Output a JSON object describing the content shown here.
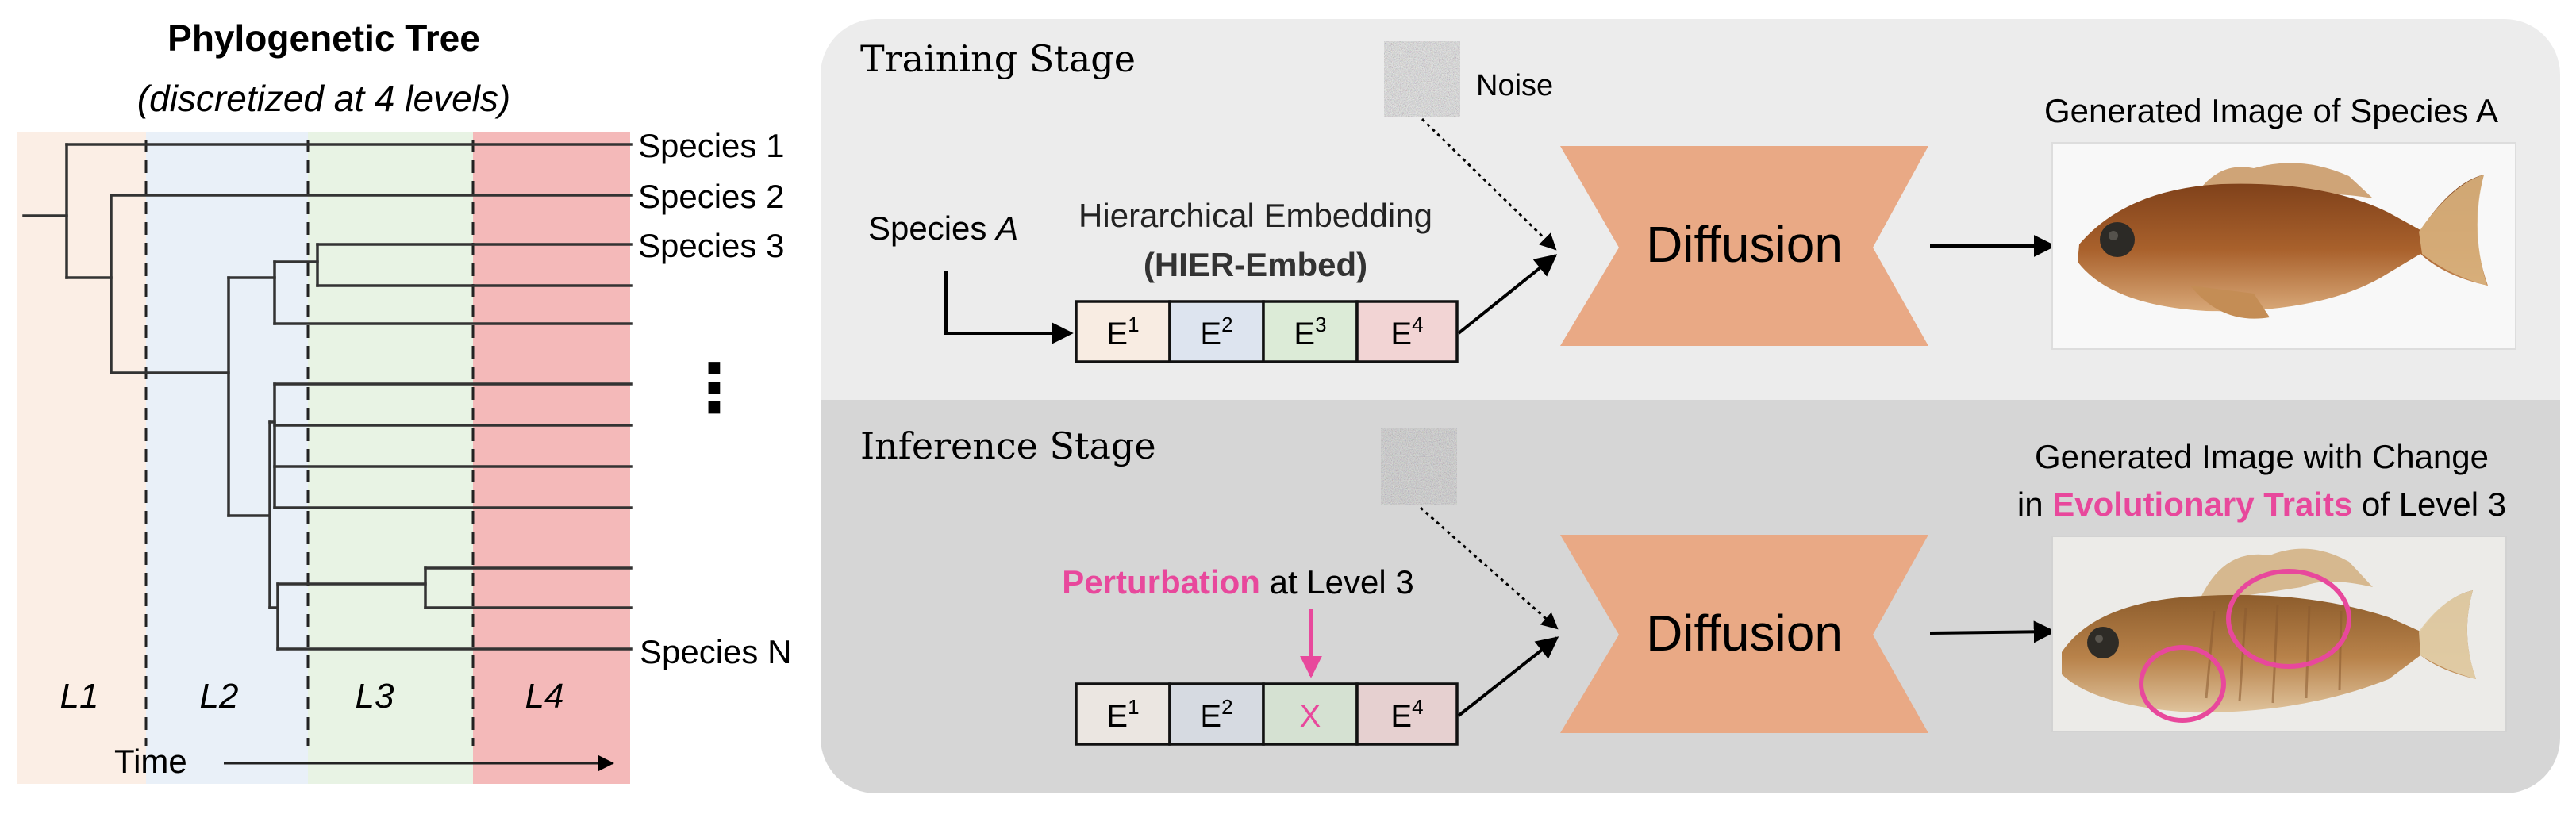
{
  "tree": {
    "title": "Phylogenetic Tree",
    "subtitle": "(discretized at 4 levels)",
    "levels": [
      "L1",
      "L2",
      "L3",
      "L4"
    ],
    "level_colors": [
      "#fbeee5",
      "#e9f0f8",
      "#e8f3e4",
      "#f4b9b9"
    ],
    "species_labels": [
      "Species 1",
      "Species 2",
      "Species 3",
      "Species N"
    ],
    "ellipsis": "⋮",
    "time_label": "Time"
  },
  "training": {
    "title": "Training Stage",
    "noise_label": "Noise",
    "species_input": {
      "prefix": "Species ",
      "letter": "A"
    },
    "embed_title": "Hierarchical Embedding",
    "embed_name": "(HIER-Embed)",
    "cells": [
      {
        "base": "E",
        "sup": "1"
      },
      {
        "base": "E",
        "sup": "2"
      },
      {
        "base": "E",
        "sup": "3"
      },
      {
        "base": "E",
        "sup": "4"
      }
    ],
    "cell_colors": [
      "#f8ece2",
      "#dde4ef",
      "#dcebd7",
      "#f2d4d4"
    ],
    "diffusion_label": "Diffusion",
    "output_caption": "Generated Image of Species A"
  },
  "inference": {
    "title": "Inference Stage",
    "perturbation_word": "Perturbation",
    "perturbation_rest": " at Level 3",
    "cells": [
      {
        "base": "E",
        "sup": "1"
      },
      {
        "base": "E",
        "sup": "2"
      },
      {
        "base": "X",
        "sup": ""
      },
      {
        "base": "E",
        "sup": "4"
      }
    ],
    "cell_colors": [
      "#ebe6e1",
      "#d6dae1",
      "#d5e1d2",
      "#e6d0d0"
    ],
    "diffusion_label": "Diffusion",
    "caption_line1": "Generated Image with Change",
    "caption_prefix": "in ",
    "caption_highlight": "Evolutionary Traits",
    "caption_suffix": " of Level 3"
  },
  "colors": {
    "accent": "#e8489c",
    "diffusion": "#e9a985",
    "train_panel": "#ececec",
    "infer_panel": "#d6d6d6"
  }
}
